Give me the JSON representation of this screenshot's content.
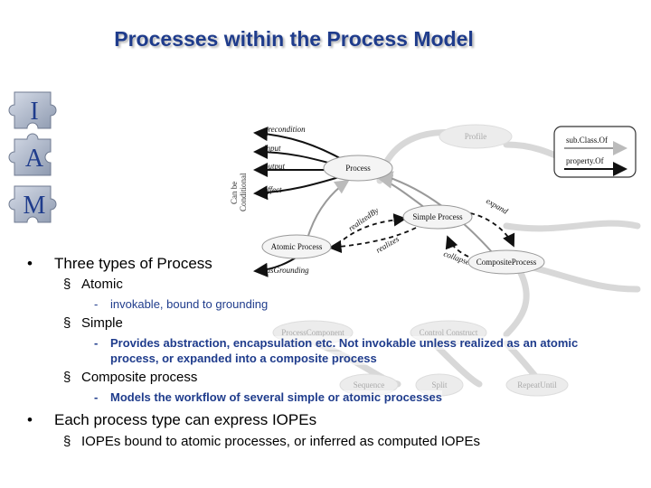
{
  "slide": {
    "title": "Processes within the Process Model"
  },
  "logo": {
    "letters": [
      "I",
      "A",
      "M"
    ]
  },
  "diagram": {
    "nodes": {
      "profile": "Profile",
      "process": "Process",
      "simple_process": "Simple Process",
      "atomic_process": "Atomic Process",
      "composite_process": "CompositeProcess",
      "process_component": "ProcessComponent",
      "control_construct": "Control Construct",
      "sequence": "Sequence",
      "split": "Split",
      "repeat_until": "RepeatUntil"
    },
    "properties": {
      "precondition": "precondition",
      "input": "input",
      "output": "output",
      "effect": "effect",
      "has_grounding": "hasGrounding",
      "realized_by": "realizedBy",
      "expand": "expand",
      "realizes": "realizes",
      "collapse": "collapse"
    },
    "side_label": [
      "Can be",
      "Conditional"
    ],
    "legend": {
      "subclass": "sub.Class.Of",
      "property": "property.Of"
    }
  },
  "bullets": [
    {
      "mark": "•",
      "text": "Three types of Process",
      "children": [
        {
          "mark": "§",
          "text": "Atomic",
          "children": [
            {
              "mark": "-",
              "text": "invokable, bound to grounding"
            }
          ]
        },
        {
          "mark": "§",
          "text": "Simple",
          "children": [
            {
              "mark": "-",
              "text": "Provides abstraction, encapsulation etc.  Not invokable unless realized as an atomic",
              "cont": "process, or expanded into a composite process"
            }
          ]
        },
        {
          "mark": "§",
          "text": "Composite process",
          "children": [
            {
              "mark": "-",
              "text": "Models the workflow of several simple or atomic processes"
            }
          ]
        }
      ]
    },
    {
      "mark": "•",
      "text": "Each process type can express IOPEs",
      "children": [
        {
          "mark": "§",
          "text": "IOPEs bound to atomic processes, or inferred as computed IOPEs"
        }
      ]
    }
  ]
}
